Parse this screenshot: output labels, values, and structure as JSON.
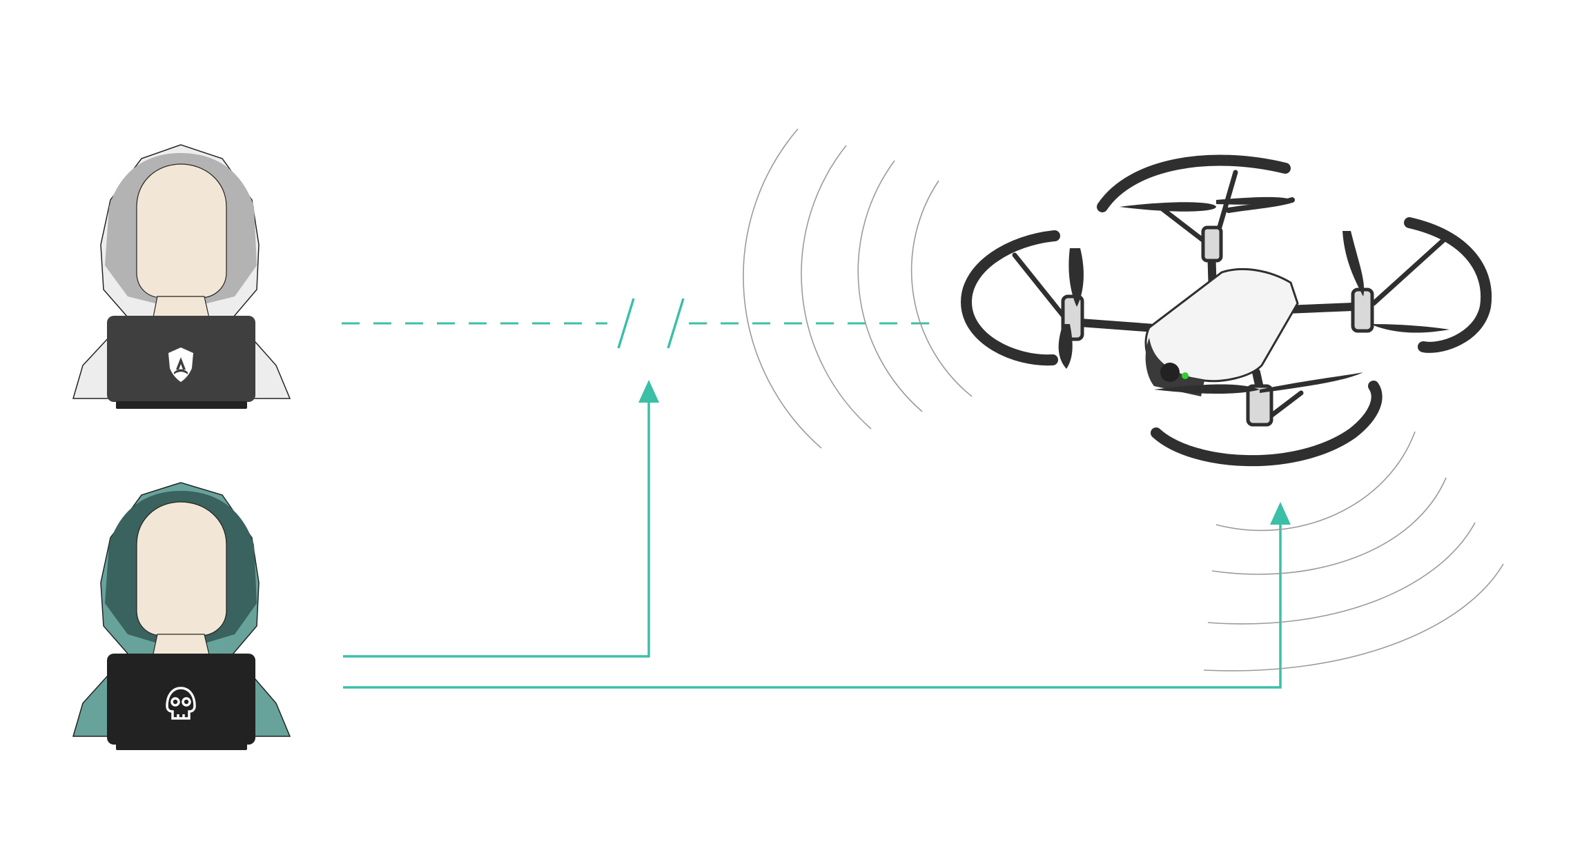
{
  "diagram": {
    "actors": [
      {
        "role": "legitimate-operator",
        "hood_color": "#ededed",
        "hood_inner": "#b3b3b3",
        "laptop_logo": "shield-logo-icon"
      },
      {
        "role": "attacker",
        "hood_color": "#67a39a",
        "hood_inner": "#3a625e",
        "laptop_logo": "skull-icon"
      }
    ],
    "connections": [
      {
        "from": "legitimate-operator",
        "to": "drone",
        "style": "dashed",
        "state": "interrupted"
      },
      {
        "from": "attacker",
        "to": "interrupted-link",
        "style": "solid",
        "arrow": true
      },
      {
        "from": "attacker",
        "to": "drone",
        "style": "solid",
        "arrow": true
      }
    ],
    "drone": {
      "icon": "quadcopter-drone-icon"
    },
    "signal_waves": {
      "icon": "radio-wave-icon"
    }
  },
  "colors": {
    "accent": "#3bbfa7",
    "face": "#f2e7d6",
    "laptop": "#3f3f3f",
    "laptop_dark": "#222222",
    "wave": "#9a9a9a",
    "drone_frame": "#2f2f2f",
    "drone_body": "#f4f4f4",
    "led": "#33cc33"
  }
}
